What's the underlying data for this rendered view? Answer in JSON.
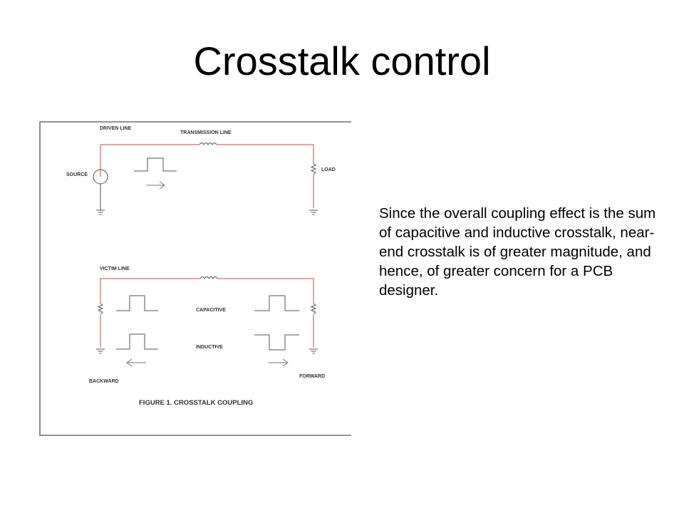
{
  "slide": {
    "title": "Crosstalk control",
    "body_text": "Since the overall coupling effect is the sum of capacitive and inductive crosstalk, near-end crosstalk is of greater magnitude, and hence, of greater concern for a PCB designer."
  },
  "figure": {
    "driven_line_label": "DRIVEN LINE",
    "transmission_line_label": "TRANSMISSION LINE",
    "source_label": "SOURCE",
    "load_label": "LOAD",
    "victim_line_label": "VICTIM LINE",
    "capacitive_label": "CAPACITIVE",
    "inductive_label": "INDUCTIVE",
    "backward_label": "BACKWARD",
    "forward_label": "FORWARD",
    "caption": "FIGURE 1. CROSSTALK COUPLING",
    "colors": {
      "wire": "#c0504d",
      "ink": "#555555",
      "frame": "#6e6e6e"
    }
  }
}
